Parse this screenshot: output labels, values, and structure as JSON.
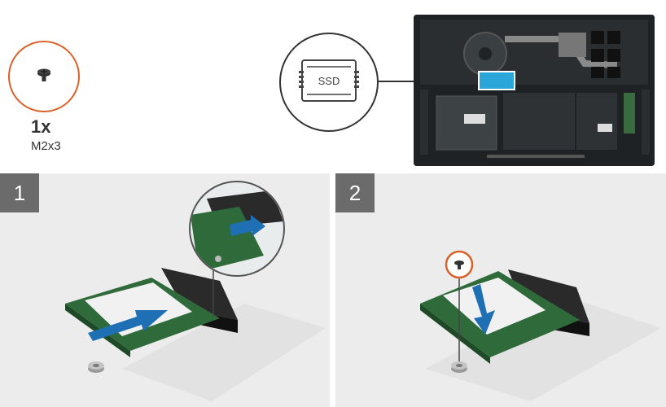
{
  "screw": {
    "quantity": "1x",
    "size": "M2x3",
    "icon": "screw-icon"
  },
  "ssd_callout": {
    "label": "SSD",
    "icon": "ssd-icon"
  },
  "steps": [
    {
      "number": "1"
    },
    {
      "number": "2"
    }
  ],
  "colors": {
    "accent_orange": "#d9622b",
    "highlight_blue": "#1f6fb5",
    "step_badge": "#6b6b6b",
    "panel_bg": "#ececec",
    "pcb_green": "#2f6b3a"
  }
}
